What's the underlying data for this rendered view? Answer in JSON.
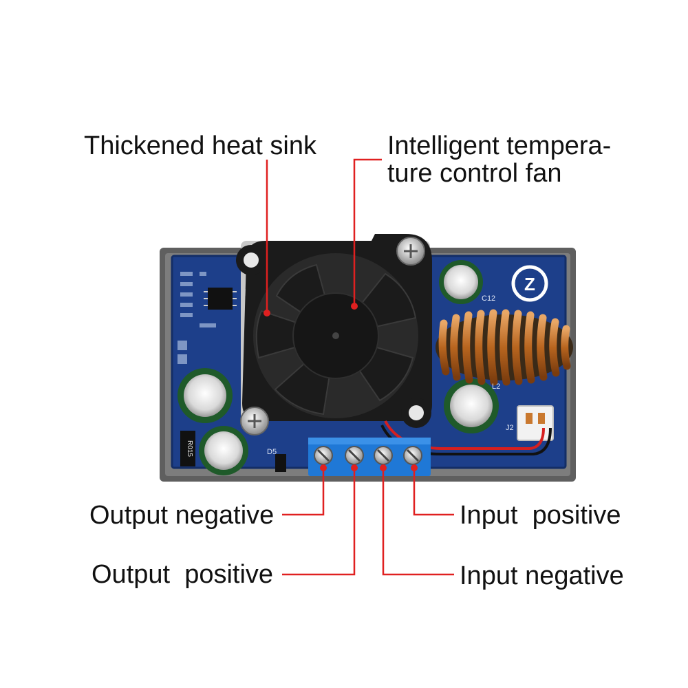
{
  "labels": {
    "heat_sink": "Thickened heat sink",
    "fan_line1": "Intelligent tempera-",
    "fan_line2": "ture control fan",
    "output_negative": "Output negative",
    "output_positive": "Output  positive",
    "input_positive": "Input  positive",
    "input_negative": "Input negative"
  },
  "board_markings": {
    "logo": "Z",
    "capacitor_c12": "C12",
    "inductor": "L2",
    "connector": "J2",
    "resistor": "R015",
    "diode": "D5"
  },
  "colors": {
    "pointer_line": "#e02020",
    "pcb_blue": "#1d3f8a",
    "terminal_block": "#1f78d6",
    "copper_coil": "#c9782e",
    "fan_black": "#1b1b1b",
    "case_gray": "#6b6b6b"
  }
}
